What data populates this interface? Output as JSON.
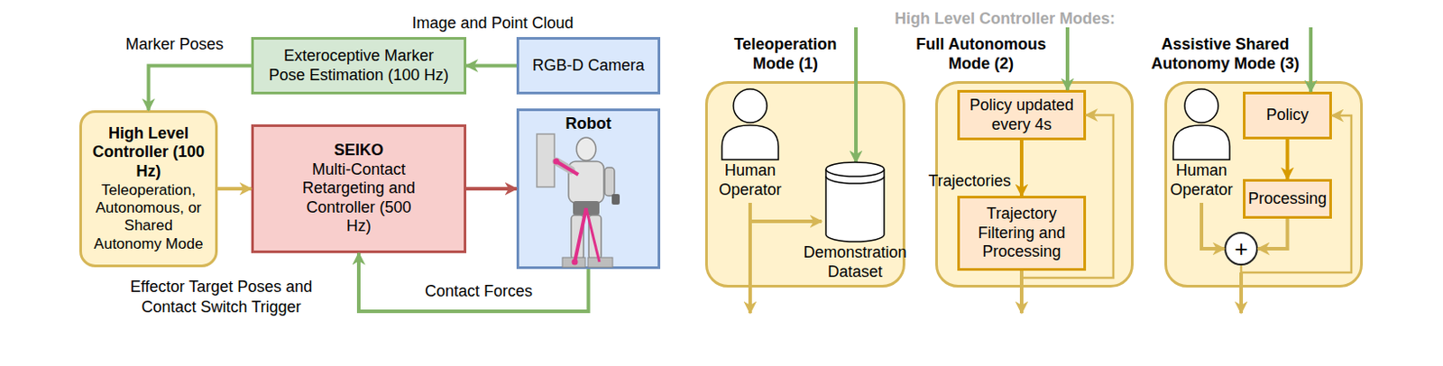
{
  "diagram": {
    "nodes": [
      {
        "text": [
          "Exteroceptive Marker Pose Estimation (100 Hz)"
        ]
      },
      {
        "text": [
          "RGB-D Camera"
        ]
      },
      {
        "text": [
          "High Level Controller (100 Hz)",
          "Teleoperation, Autonomous, or Shared Autonomy Mode"
        ]
      },
      {
        "text": [
          "SEIKO",
          "Multi-Contact Retargeting and Controller (500 Hz)"
        ]
      },
      {
        "text": [
          "Robot"
        ]
      },
      {
        "text": [
          "Teleoperation Mode (1)"
        ]
      },
      {
        "text": [
          "Human Operator"
        ],
        "in": 5
      },
      {
        "text": [
          "Demonstration Dataset"
        ],
        "in": 5
      },
      {
        "text": [
          "Full Autonomous Mode (2)"
        ]
      },
      {
        "text": [
          "Policy updated every 4s"
        ],
        "in": 8
      },
      {
        "text": [
          "Trajectory Filtering and Processing"
        ],
        "in": 8
      },
      {
        "text": [
          "Assistive Shared Autonomy Mode (3)"
        ]
      },
      {
        "text": [
          "Human Operator"
        ],
        "in": 11
      },
      {
        "text": [
          "Policy"
        ],
        "in": 11
      },
      {
        "text": [
          "Processing"
        ],
        "in": 11
      },
      {
        "text": [
          "+"
        ],
        "in": 11
      }
    ],
    "edges": [
      {
        "from": 1,
        "to": 0,
        "arrow": "to",
        "label": "Image and Point Cloud"
      },
      {
        "from": 0,
        "to": 2,
        "arrow": "to",
        "label": "Marker Poses"
      },
      {
        "from": 2,
        "to": 3,
        "arrow": "to",
        "label": "Effector Target Poses and Contact Switch Trigger"
      },
      {
        "from": 3,
        "to": 4,
        "arrow": "to"
      },
      {
        "from": 4,
        "to": 3,
        "arrow": "to",
        "label": "Contact Forces"
      },
      {
        "from": 6,
        "to": 7,
        "arrow": "to"
      },
      {
        "from": 9,
        "to": 10,
        "arrow": "to",
        "label": "Trajectories"
      },
      {
        "from": 10,
        "to": 9,
        "arrow": "to"
      },
      {
        "from": 13,
        "to": 14,
        "arrow": "to"
      },
      {
        "from": 14,
        "to": 15,
        "arrow": "to"
      },
      {
        "from": 12,
        "to": 15,
        "arrow": "to"
      },
      {
        "from": 15,
        "to": 13,
        "arrow": "to"
      }
    ],
    "labels": [
      "High Level Controller Modes:"
    ]
  }
}
